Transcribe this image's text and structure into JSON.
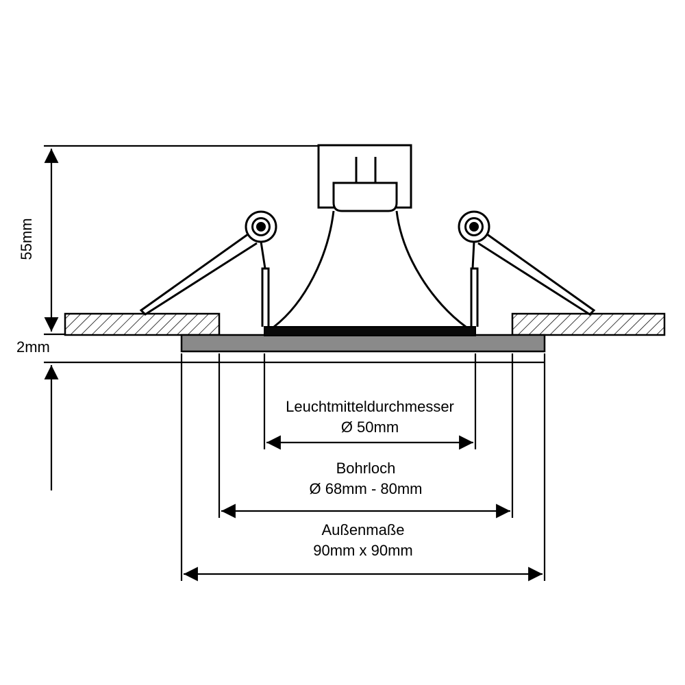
{
  "page": {
    "background": "#ffffff"
  },
  "diagram": {
    "type": "technical-drawing-recessed-spotlight",
    "colors": {
      "line": "#000000",
      "trim_fill": "#8a8a8a",
      "lamp_face_fill": "#0a0a0a"
    },
    "labels": {
      "recess_depth": "55mm",
      "trim_thickness": "2mm",
      "bulb_diameter_title": "Leuchtmitteldurchmesser",
      "bulb_diameter_value": "Ø 50mm",
      "drill_hole_title": "Bohrloch",
      "drill_hole_value": "Ø 68mm - 80mm",
      "outer_size_title": "Außenmaße",
      "outer_size_value": "90mm x 90mm"
    }
  }
}
